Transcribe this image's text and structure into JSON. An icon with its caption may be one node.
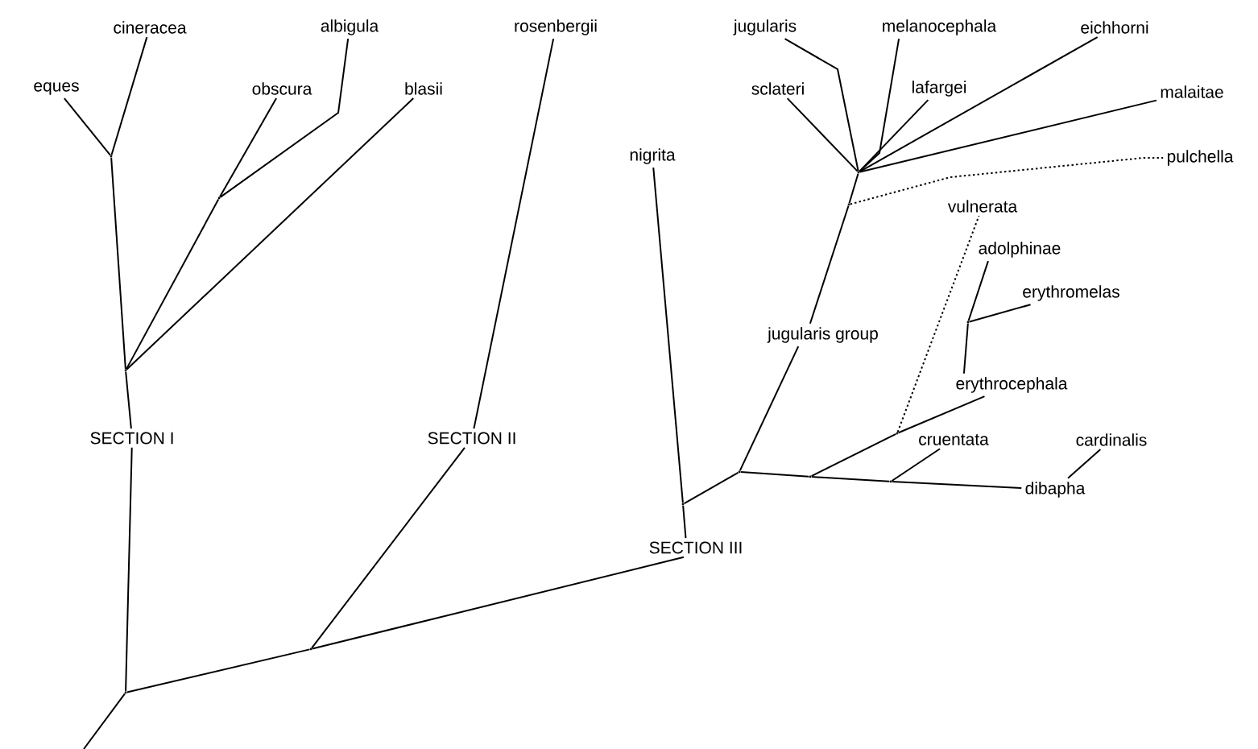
{
  "diagram": {
    "nodes": [
      {
        "text": [
          "eques"
        ]
      },
      {
        "text": [
          "cineracea"
        ]
      },
      {
        "text": [
          "albigula"
        ]
      },
      {
        "text": [
          "obscura"
        ]
      },
      {
        "text": [
          "blasii"
        ]
      },
      {
        "text": [
          "rosenbergii"
        ]
      },
      {
        "text": [
          "jugularis"
        ]
      },
      {
        "text": [
          "melanocephala"
        ]
      },
      {
        "text": [
          "eichhorni"
        ]
      },
      {
        "text": [
          "sclateri"
        ]
      },
      {
        "text": [
          "lafargei"
        ]
      },
      {
        "text": [
          "malaitae"
        ]
      },
      {
        "text": [
          "nigrita"
        ]
      },
      {
        "text": [
          "pulchella"
        ]
      },
      {
        "text": [
          "vulnerata"
        ]
      },
      {
        "text": [
          "adolphinae"
        ]
      },
      {
        "text": [
          "erythromelas"
        ]
      },
      {
        "text": [
          "jugularis group"
        ]
      },
      {
        "text": [
          "erythrocephala"
        ]
      },
      {
        "text": [
          "cruentata"
        ]
      },
      {
        "text": [
          "cardinalis"
        ]
      },
      {
        "text": [
          "dibapha"
        ]
      },
      {
        "text": [
          "SECTION I"
        ]
      },
      {
        "text": [
          "SECTION II"
        ]
      },
      {
        "text": [
          "SECTION III"
        ]
      },
      {
        "text": [],
        "shape": "point"
      },
      {
        "text": [],
        "shape": "point"
      },
      {
        "text": [],
        "shape": "point"
      },
      {
        "text": [],
        "shape": "point"
      },
      {
        "text": [],
        "shape": "point"
      },
      {
        "text": [],
        "shape": "point"
      },
      {
        "text": [],
        "shape": "point"
      },
      {
        "text": [],
        "shape": "point"
      },
      {
        "text": [],
        "shape": "point"
      },
      {
        "text": [],
        "shape": "point"
      },
      {
        "text": [],
        "shape": "point"
      },
      {
        "text": [],
        "shape": "point"
      },
      {
        "text": [],
        "shape": "point"
      }
    ],
    "edges": [
      {
        "from": null,
        "to": 25,
        "arrow": "none"
      },
      {
        "from": 25,
        "to": 22,
        "arrow": "none"
      },
      {
        "from": 22,
        "to": 27,
        "arrow": "none"
      },
      {
        "from": 27,
        "to": 28,
        "arrow": "none"
      },
      {
        "from": 28,
        "to": 0,
        "arrow": "none"
      },
      {
        "from": 28,
        "to": 1,
        "arrow": "none"
      },
      {
        "from": 27,
        "to": 29,
        "arrow": "none"
      },
      {
        "from": 29,
        "to": 3,
        "arrow": "none"
      },
      {
        "from": 29,
        "to": 2,
        "arrow": "none"
      },
      {
        "from": 27,
        "to": 4,
        "arrow": "none"
      },
      {
        "from": 25,
        "to": 26,
        "arrow": "none"
      },
      {
        "from": 26,
        "to": 23,
        "arrow": "none"
      },
      {
        "from": 23,
        "to": 5,
        "arrow": "none"
      },
      {
        "from": 26,
        "to": 24,
        "arrow": "none"
      },
      {
        "from": 24,
        "to": 30,
        "arrow": "none"
      },
      {
        "from": 30,
        "to": 12,
        "arrow": "none"
      },
      {
        "from": 30,
        "to": 31,
        "arrow": "none"
      },
      {
        "from": 31,
        "to": 17,
        "arrow": "none"
      },
      {
        "from": 17,
        "to": 36,
        "arrow": "none"
      },
      {
        "from": 36,
        "to": 37,
        "arrow": "none"
      },
      {
        "from": 36,
        "to": 13,
        "arrow": "none",
        "style": "dashed"
      },
      {
        "from": 37,
        "to": 9,
        "arrow": "none"
      },
      {
        "from": 37,
        "to": 6,
        "arrow": "none"
      },
      {
        "from": 37,
        "to": 7,
        "arrow": "none"
      },
      {
        "from": 37,
        "to": 10,
        "arrow": "none"
      },
      {
        "from": 37,
        "to": 8,
        "arrow": "none"
      },
      {
        "from": 37,
        "to": 11,
        "arrow": "none"
      },
      {
        "from": 31,
        "to": 32,
        "arrow": "none"
      },
      {
        "from": 32,
        "to": 33,
        "arrow": "none"
      },
      {
        "from": 33,
        "to": 18,
        "arrow": "none"
      },
      {
        "from": 33,
        "to": 14,
        "arrow": "none",
        "style": "dashed"
      },
      {
        "from": 18,
        "to": 34,
        "arrow": "none"
      },
      {
        "from": 34,
        "to": 15,
        "arrow": "none"
      },
      {
        "from": 34,
        "to": 16,
        "arrow": "none"
      },
      {
        "from": 32,
        "to": 35,
        "arrow": "none"
      },
      {
        "from": 35,
        "to": 19,
        "arrow": "none"
      },
      {
        "from": 35,
        "to": 21,
        "arrow": "none"
      },
      {
        "from": 21,
        "to": 20,
        "arrow": "none"
      }
    ]
  }
}
